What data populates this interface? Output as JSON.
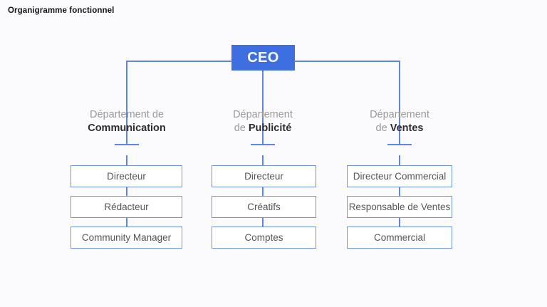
{
  "title": "Organigramme fonctionnel",
  "colors": {
    "background": "#fbfbfd",
    "accent_fill": "#3d6fe0",
    "connector": "#5b87ea",
    "box_border": "#6d93ea",
    "box_fill": "#ffffff",
    "box_text": "#55565a",
    "dept_muted_text": "#9a9a9a",
    "dept_strong_text": "#2e2e2e",
    "title_text": "#141414",
    "ceo_text": "#ffffff"
  },
  "chart_data": {
    "type": "diagram",
    "diagram_type": "organizational-chart",
    "title": "Organigramme fonctionnel",
    "root": {
      "label": "CEO",
      "style": "filled-blue"
    },
    "branches": [
      {
        "header_line1": "Département de",
        "header_line2_prefix": "",
        "header_line2_bold": "Communication",
        "roles": [
          "Directeur",
          "Rédacteur",
          "Community Manager"
        ]
      },
      {
        "header_line1": "Département",
        "header_line2_prefix": "de ",
        "header_line2_bold": "Publicité",
        "roles": [
          "Directeur",
          "Créatifs",
          "Comptes"
        ]
      },
      {
        "header_line1": "Département",
        "header_line2_prefix": "de ",
        "header_line2_bold": "Ventes",
        "roles": [
          "Directeur Commercial",
          "Responsable de Ventes",
          "Commercial"
        ]
      }
    ]
  },
  "departments": [
    {
      "line1": "Département de",
      "line2_prefix": "",
      "line2_bold": "Communication",
      "roles": [
        {
          "label": "Directeur"
        },
        {
          "label": "Rédacteur"
        },
        {
          "label": "Community Manager"
        }
      ]
    },
    {
      "line1": "Département",
      "line2_prefix": "de ",
      "line2_bold": "Publicité",
      "roles": [
        {
          "label": "Directeur"
        },
        {
          "label": "Créatifs"
        },
        {
          "label": "Comptes"
        }
      ]
    },
    {
      "line1": "Département",
      "line2_prefix": "de ",
      "line2_bold": "Ventes",
      "roles": [
        {
          "label": "Directeur Commercial"
        },
        {
          "label": "Responsable de Ventes"
        },
        {
          "label": "Commercial"
        }
      ]
    }
  ],
  "ceo": {
    "label": "CEO"
  }
}
